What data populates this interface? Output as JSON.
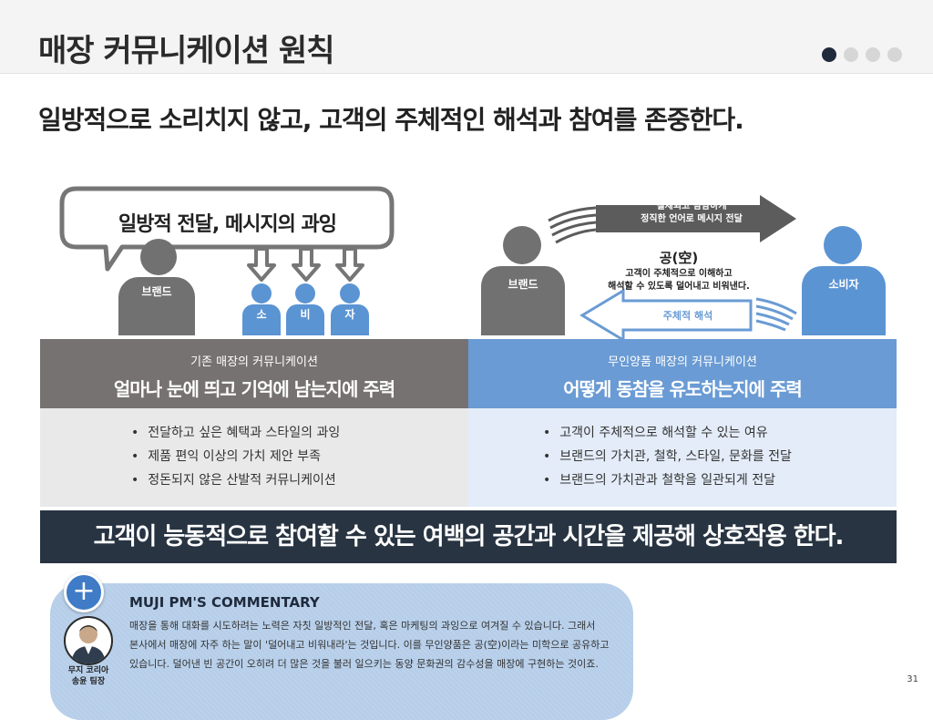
{
  "header": {
    "title": "매장 커뮤니케이션 원칙",
    "pagination_dots": 4,
    "active_dot": 1
  },
  "subtitle": "일방적으로 소리치지 않고, 고객의 주체적인 해석과 참여를 존중한다.",
  "left_diagram": {
    "speech_bubble": "일방적 전달, 메시지의 과잉",
    "brand_label": "브랜드",
    "audience_labels": [
      "소",
      "비",
      "자"
    ]
  },
  "right_diagram": {
    "brand_label": "브랜드",
    "consumer_label": "소비자",
    "top_arrow_text": [
      "절제되고 담담하게",
      "정직한 언어로 메시지 전달"
    ],
    "center_title": "공(空)",
    "center_text": [
      "고객이 주체적으로 이해하고",
      "해석할 수 있도록 덜어내고 비워낸다."
    ],
    "bottom_arrow_text": "주체적 해석"
  },
  "comparison": {
    "left": {
      "small": "기존 매장의  커뮤니케이션",
      "big": "얼마나 눈에 띄고 기억에 남는지에 주력",
      "items": [
        "전달하고 싶은 혜택과 스타일의 과잉",
        "제품 편익 이상의 가치 제안 부족",
        "정돈되지 않은 산발적 커뮤니케이션"
      ]
    },
    "right": {
      "small": "무인양품 매장의 커뮤니케이션",
      "big": "어떻게 동참을 유도하는지에  주력",
      "items": [
        "고객이 주체적으로 해석할 수 있는 여유",
        "브랜드의 가치관, 철학, 스타일, 문화를 전달",
        "브랜드의 가치관과 철학을 일관되게 전달"
      ]
    }
  },
  "banner": "고객이 능동적으로 참여할 수 있는 여백의 공간과 시간을 제공해 상호작용 한다.",
  "commentary": {
    "title": "MUJI PM'S COMMENTARY",
    "lines": [
      "매장을 통해 대화를 시도하려는 노력은 자칫 일방적인 전달, 혹은 마케팅의 과잉으로 여겨질 수 있습니다. 그래서",
      "본사에서 매장에 자주 하는 말이 '덜어내고 비워내라'는 것입니다. 이를 무인양품은 공(空)이라는 미학으로 공유하고",
      "있습니다. 덜어낸 빈 공간이 오히려 더 많은 것을 불러 일으키는 동양 문화권의 감수성을 매장에 구현하는 것이죠."
    ],
    "person_name": [
      "무지 코리아",
      "송윤 팀장"
    ]
  },
  "page_number": "31",
  "colors": {
    "brand_gray": "#717171",
    "consumer_blue": "#5b94d3",
    "banner_dark": "#283442",
    "active_dot": "#1f2a3c"
  }
}
